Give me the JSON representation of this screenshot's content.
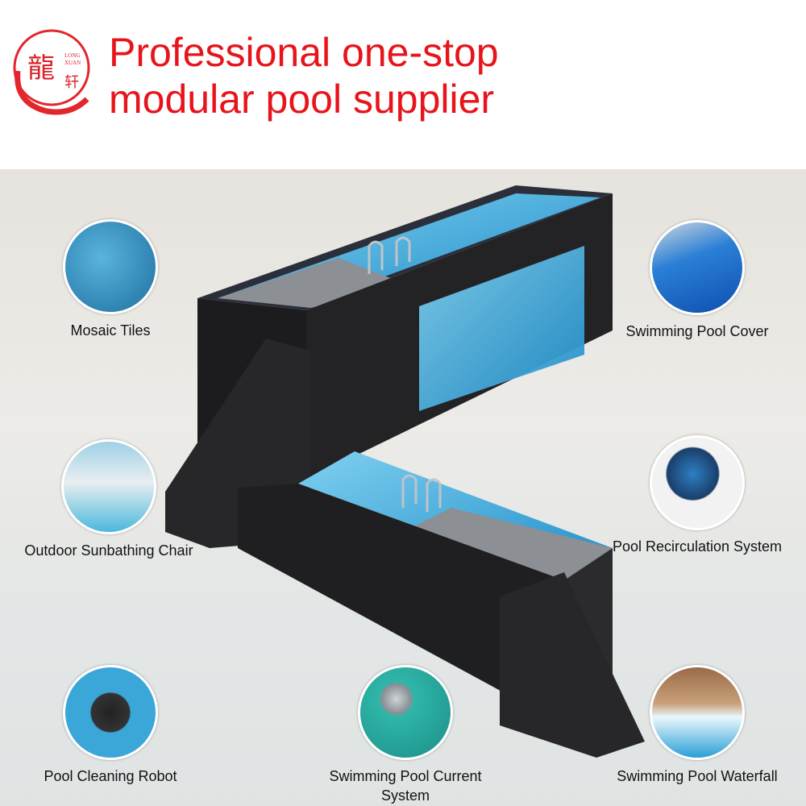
{
  "logo": {
    "chinese": "龍轩",
    "latin_line1": "LONG",
    "latin_line2": "XUAN"
  },
  "title": {
    "line1": "Professional one-stop",
    "line2": "modular pool supplier"
  },
  "features": [
    {
      "label": "Mosaic Tiles",
      "icon": "mosaic-tiles"
    },
    {
      "label": "Swimming Pool Cover",
      "icon": "pool-cover"
    },
    {
      "label": "Outdoor Sunbathing Chair",
      "icon": "sunbathing-chair"
    },
    {
      "label": "Pool Recirculation System",
      "icon": "pump"
    },
    {
      "label": "Pool Cleaning Robot",
      "icon": "cleaning-robot"
    },
    {
      "label": "Swimming Pool Current System",
      "icon": "current-system"
    },
    {
      "label": "Swimming Pool Waterfall",
      "icon": "waterfall"
    }
  ],
  "colors": {
    "accent": "#e8141b",
    "water": "#3aa7d8",
    "container": "#1f1f22"
  }
}
